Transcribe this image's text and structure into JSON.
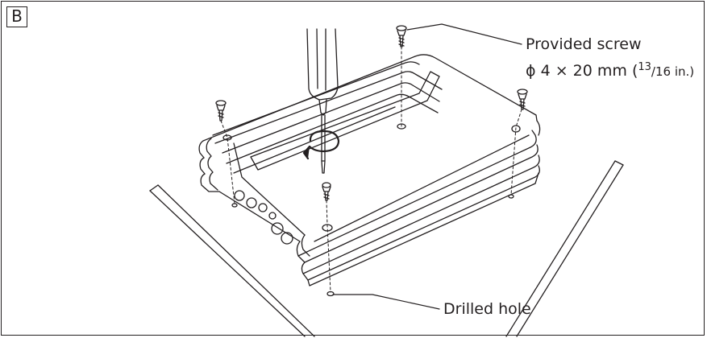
{
  "panel": {
    "badge": "B"
  },
  "callouts": {
    "provided_screw": {
      "title": "Provided screw",
      "diameter_symbol": "ϕ",
      "spec_main": " 4 × 20 mm (",
      "fraction_num": "13",
      "fraction_rest": "/16 in.)"
    },
    "drilled_hole": {
      "title": "Drilled hole"
    }
  },
  "colors": {
    "line": "#231f20",
    "background": "#ffffff"
  }
}
